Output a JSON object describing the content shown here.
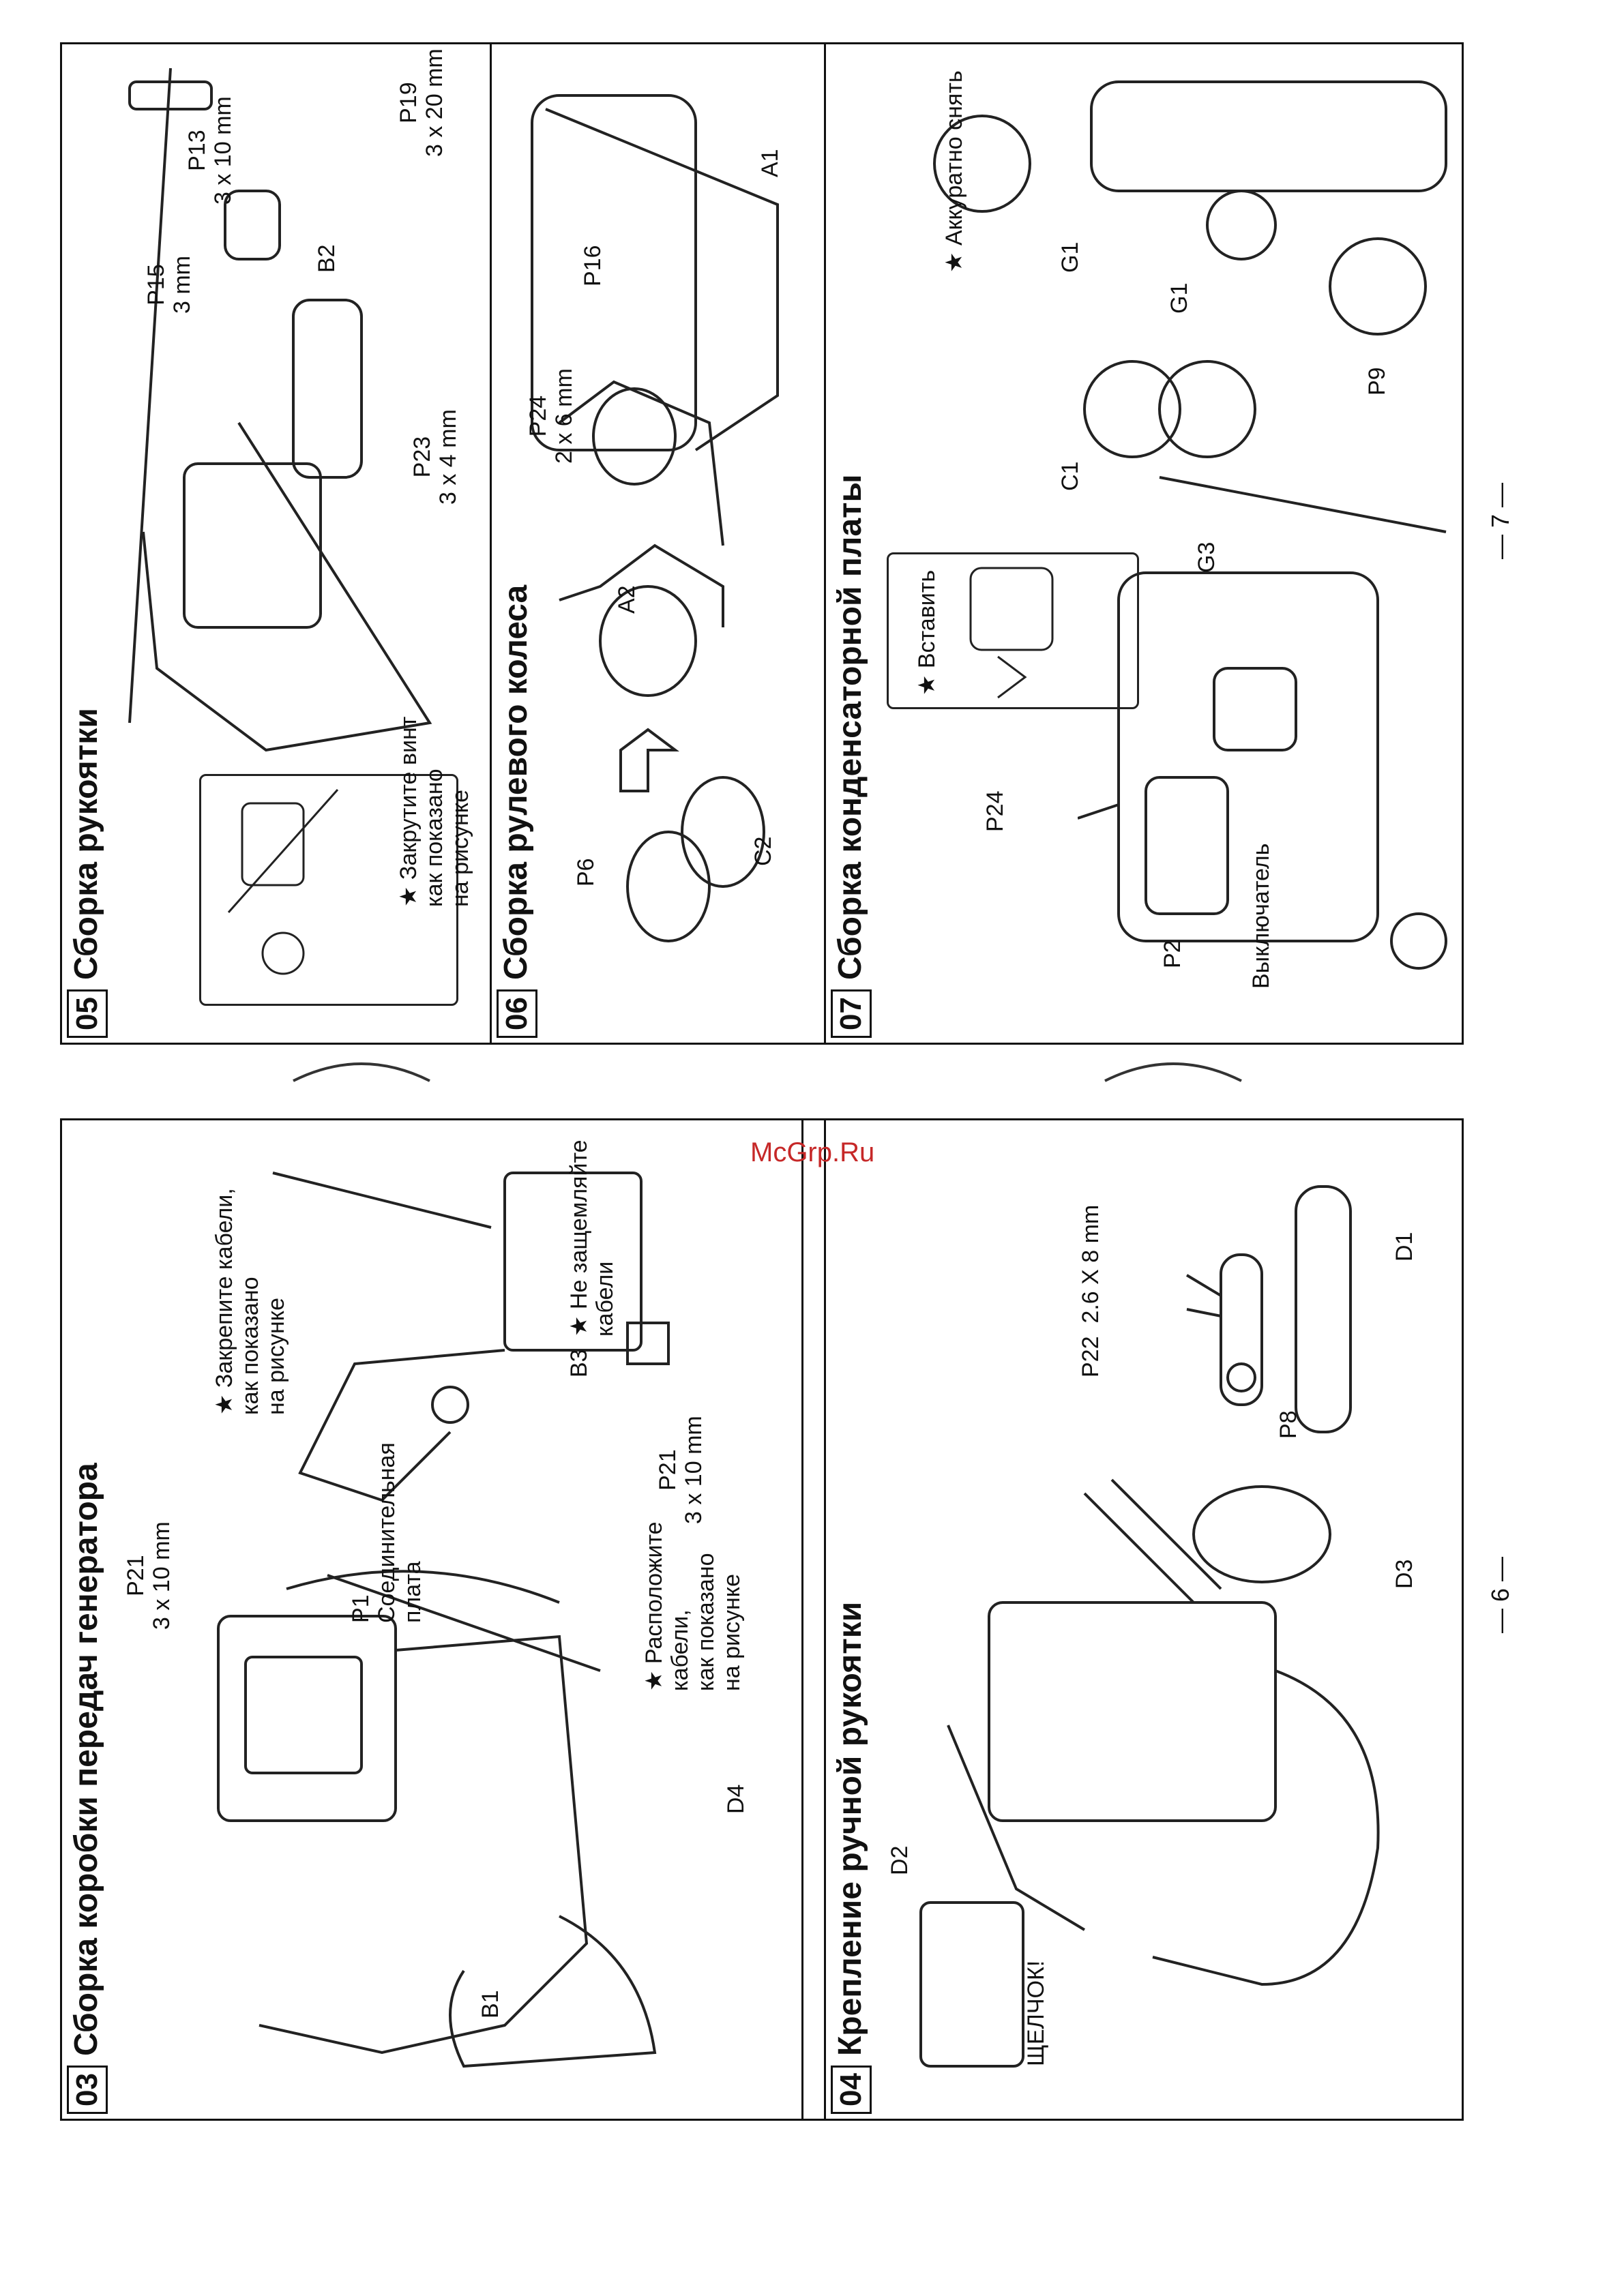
{
  "watermark": "McGrp.Ru",
  "page_numbers": {
    "left": "6",
    "right": "7"
  },
  "sec03": {
    "number": "03",
    "title": "Сборка коробки передач генератора",
    "labels": {
      "p21_top": "P21",
      "p21_top_size": "3 x 10 mm",
      "b1": "B1",
      "d4": "D4",
      "p1": "P1",
      "p1_desc_1": "Соединительная",
      "p1_desc_2": "плата",
      "b3": "B3",
      "p21_bottom": "P21",
      "p21_bottom_size": "3 x 10 mm"
    },
    "notes": {
      "arrange_1": "★ Расположите",
      "arrange_2": "кабели,",
      "arrange_3": "как показано",
      "arrange_4": "на рисунке",
      "fix_1": "★ Закрепите кабели,",
      "fix_2": "как показано",
      "fix_3": "на рисунке",
      "pinch_1": "★ Не защемляйте",
      "pinch_2": "кабели"
    }
  },
  "sec04": {
    "number": "04",
    "title": "Крепление ручной рукоятки",
    "labels": {
      "d2": "D2",
      "click": "ЩЕЛЧОК!",
      "d3": "D3",
      "p22": "P22",
      "p22_size": "2.6 X 8 mm",
      "p8": "P8",
      "d1": "D1"
    }
  },
  "sec05": {
    "number": "05",
    "title": "Сборка рукоятки",
    "note_1": "★ Закрутите винт",
    "note_2": "как показано",
    "note_3": "на рисунке",
    "labels": {
      "p23": "P23",
      "p23_size": "3 x 4 mm",
      "p15": "P15",
      "p15_size": "3 mm",
      "p13": "P13",
      "p13_size": "3 x 10 mm",
      "b2": "B2",
      "p19": "P19",
      "p19_size": "3 x 20 mm"
    }
  },
  "sec06": {
    "number": "06",
    "title": "Сборка рулевого колеса",
    "labels": {
      "p6": "P6",
      "c2": "C2",
      "a2": "A2",
      "p24": "P24",
      "p24_size": "2 x 6 mm",
      "p16": "P16",
      "a1": "A1"
    }
  },
  "sec07": {
    "number": "07",
    "title": "Сборка конденсаторной платы",
    "insert_note": "★ Вставить",
    "labels": {
      "p24": "P24",
      "p2": "P2",
      "switch": "Выключатель",
      "g3": "G3",
      "c1": "C1",
      "remove_note": "★ Аккуратно снять",
      "g1_top": "G1",
      "g1_bottom": "G1",
      "p9": "P9"
    }
  }
}
